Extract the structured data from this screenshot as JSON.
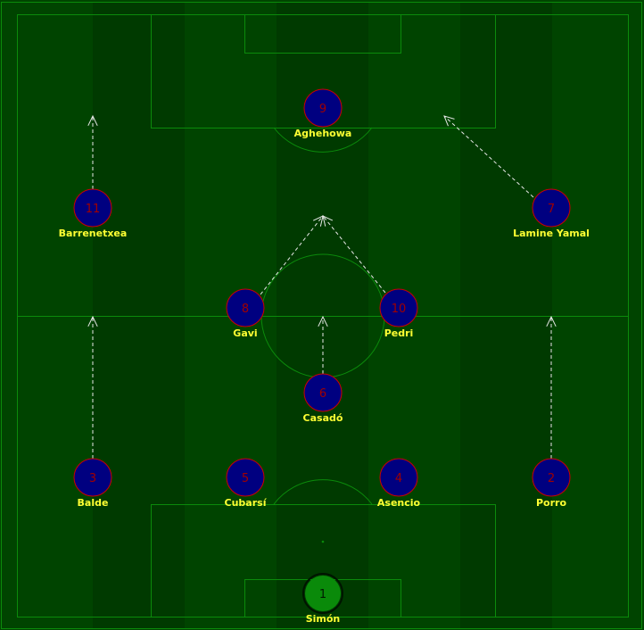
{
  "colors": {
    "grass_light": "#004400",
    "grass_dark": "#003a00",
    "line": "#0b8a0b",
    "player_fill": "#000080",
    "player_stroke": "#cc0000",
    "player_number": "#a00000",
    "keeper_fill": "#0a8a0a",
    "keeper_number": "#001a00",
    "name": "#ffff33",
    "arrow": "#e8e8e8"
  },
  "players": [
    {
      "id": "aghehowa",
      "number": "9",
      "name": "Aghehowa",
      "keeper": false
    },
    {
      "id": "barrenetxea",
      "number": "11",
      "name": "Barrenetxea",
      "keeper": false
    },
    {
      "id": "lamine-yamal",
      "number": "7",
      "name": "Lamine Yamal",
      "keeper": false
    },
    {
      "id": "gavi",
      "number": "8",
      "name": "Gavi",
      "keeper": false
    },
    {
      "id": "pedri",
      "number": "10",
      "name": "Pedri",
      "keeper": false
    },
    {
      "id": "casado",
      "number": "6",
      "name": "Casadó",
      "keeper": false
    },
    {
      "id": "balde",
      "number": "3",
      "name": "Balde",
      "keeper": false
    },
    {
      "id": "cubarsi",
      "number": "5",
      "name": "Cubarsí",
      "keeper": false
    },
    {
      "id": "asencio",
      "number": "4",
      "name": "Asencio",
      "keeper": false
    },
    {
      "id": "porro",
      "number": "2",
      "name": "Porro",
      "keeper": false
    },
    {
      "id": "simon",
      "number": "1",
      "name": "Simón",
      "keeper": true
    }
  ]
}
